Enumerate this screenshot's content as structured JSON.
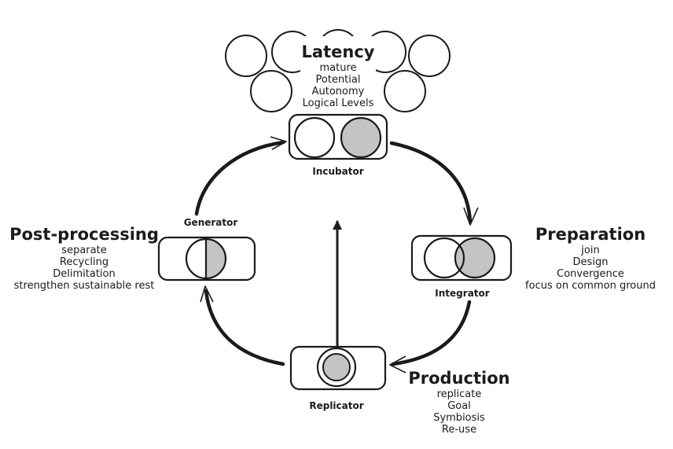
{
  "colors": {
    "ink": "#1b1b1b",
    "fill": "#c4c4c4",
    "paper": "#ffffff"
  },
  "phases": {
    "latency": {
      "title": "Latency",
      "items": [
        "mature",
        "Potential",
        "Autonomy",
        "Logical Levels"
      ]
    },
    "preparation": {
      "title": "Preparation",
      "items": [
        "join",
        "Design",
        "Convergence",
        "focus on common ground"
      ]
    },
    "production": {
      "title": "Production",
      "items": [
        "replicate",
        "Goal",
        "Symbiosis",
        "Re-use"
      ]
    },
    "post_processing": {
      "title": "Post-processing",
      "items": [
        "separate",
        "Recycling",
        "Delimitation",
        "strengthen sustainable rest"
      ]
    }
  },
  "nodes": {
    "incubator": {
      "label": "Incubator"
    },
    "integrator": {
      "label": "Integrator"
    },
    "replicator": {
      "label": "Replicator"
    },
    "generator": {
      "label": "Generator"
    }
  }
}
